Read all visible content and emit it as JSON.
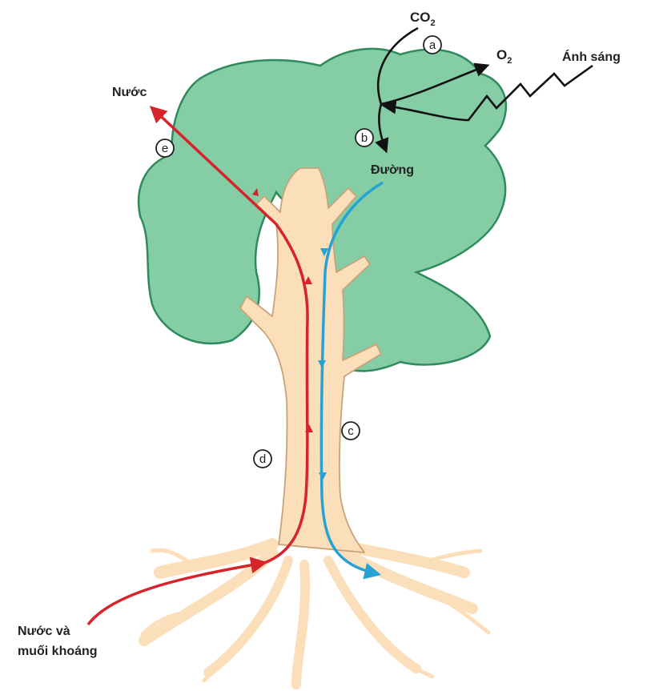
{
  "labels": {
    "co2": "CO",
    "co2_sub": "2",
    "o2": "O",
    "o2_sub": "2",
    "light": "Ánh sáng",
    "water_out": "Nước",
    "sugar": "Đường",
    "water_minerals_line1": "Nước và",
    "water_minerals_line2": "muối khoáng"
  },
  "markers": {
    "a": "a",
    "b": "b",
    "c": "c",
    "d": "d",
    "e": "e"
  },
  "colors": {
    "canopy_fill": "#85cda5",
    "canopy_outline": "#2f8a5c",
    "trunk_fill": "#fbdfbb",
    "trunk_outline": "#c9a27a",
    "water_flow": "#d7232a",
    "sugar_flow": "#26a3d4",
    "gas_arrows": "#111111"
  }
}
